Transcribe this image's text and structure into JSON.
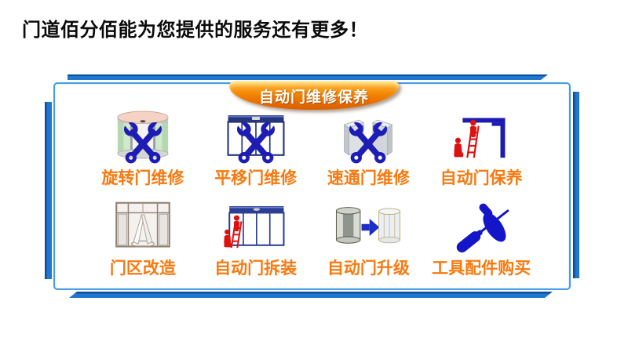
{
  "page": {
    "title": "门道佰分佰能为您提供的服务还有更多！",
    "banner": "自动门维修保养"
  },
  "services": [
    {
      "label": "旋转门维修",
      "icon": "revolving-door-repair-icon"
    },
    {
      "label": "平移门维修",
      "icon": "sliding-door-repair-icon"
    },
    {
      "label": "速通门维修",
      "icon": "speed-gate-repair-icon"
    },
    {
      "label": "自动门保养",
      "icon": "auto-door-maintenance-icon"
    },
    {
      "label": "门区改造",
      "icon": "door-area-renovation-icon"
    },
    {
      "label": "自动门拆装",
      "icon": "auto-door-disassembly-icon"
    },
    {
      "label": "自动门升级",
      "icon": "auto-door-upgrade-icon"
    },
    {
      "label": "工具配件购买",
      "icon": "tools-parts-purchase-icon"
    }
  ],
  "colors": {
    "accent_bar_blue": "#2176cd",
    "panel_border_blue": "#4a9ce4",
    "banner_orange": "#f58a07",
    "label_orange": "#f8790f",
    "tool_blue": "#1d1db5",
    "worker_red": "#dd1111",
    "door_navy": "#26357e"
  }
}
